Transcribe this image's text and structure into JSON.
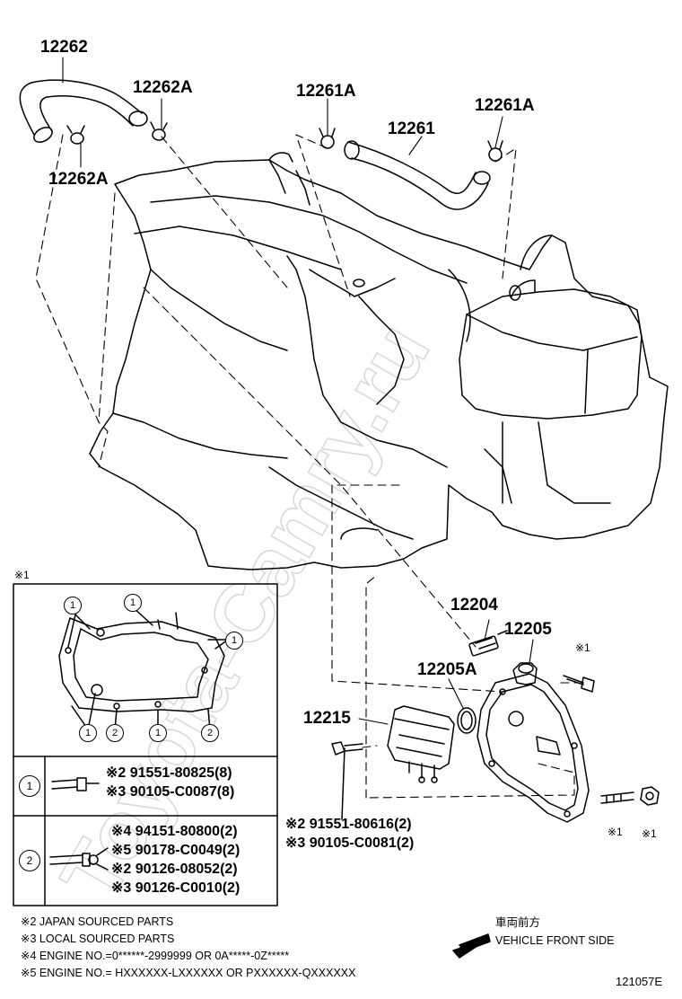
{
  "parts": {
    "p12262": "12262",
    "p12262a_1": "12262A",
    "p12262a_2": "12262A",
    "p12261a_1": "12261A",
    "p12261": "12261",
    "p12261a_2": "12261A",
    "p12204": "12204",
    "p12205": "12205",
    "p12205a": "12205A",
    "p12215": "12215"
  },
  "marks": {
    "star1_top": "※1",
    "star1_inset": "※1",
    "star1_stud": "※1",
    "star1_nut": "※1"
  },
  "gasket_callouts": [
    "1",
    "1",
    "1",
    "2",
    "1",
    "2"
  ],
  "table": {
    "row1": {
      "index": "1",
      "lines": [
        "※2 91551-80825(8)",
        "※3 90105-C0087(8)"
      ]
    },
    "row2": {
      "index": "2",
      "lines": [
        "※4 94151-80800(2)",
        "※5 90178-C0049(2)",
        "※2 90126-08052(2)",
        "※3 90126-C0010(2)"
      ]
    }
  },
  "bolt_parts": [
    "※2 91551-80616(2)",
    "※3 90105-C0081(2)"
  ],
  "notes": [
    "※2  JAPAN SOURCED PARTS",
    "※3  LOCAL SOURCED PARTS",
    "※4  ENGINE NO.=0******-2999999 OR 0A*****-0Z*****",
    "※5  ENGINE NO.= HXXXXXX-LXXXXXX OR PXXXXXX-QXXXXXX"
  ],
  "direction": {
    "jp": "車両前方",
    "en": "VEHICLE FRONT SIDE"
  },
  "diagram_id": "121057E",
  "watermark": "Toyota-Camry.ru"
}
